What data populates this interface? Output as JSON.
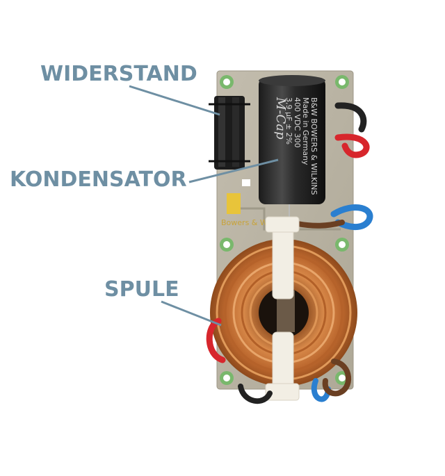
{
  "labels": {
    "resistor": "WIDERSTAND",
    "capacitor": "KONDENSATOR",
    "coil": "SPULE"
  },
  "board": {
    "brand": "Bowers & Wilkins"
  },
  "capacitor": {
    "brand_script": "M-Cap",
    "lines": [
      "3,9 µF ± 2%",
      "400 VDC 300",
      "Made in Germany",
      "B&W BOWERS & WILKINS"
    ]
  },
  "colors": {
    "label": "#6e8fa3",
    "pcb": "#b9b3a2",
    "copper": "#c8743a",
    "cable_red": "#d7262c",
    "cable_blue": "#2a7fd0",
    "cable_black": "#222222",
    "cable_brown": "#6a3f22"
  }
}
